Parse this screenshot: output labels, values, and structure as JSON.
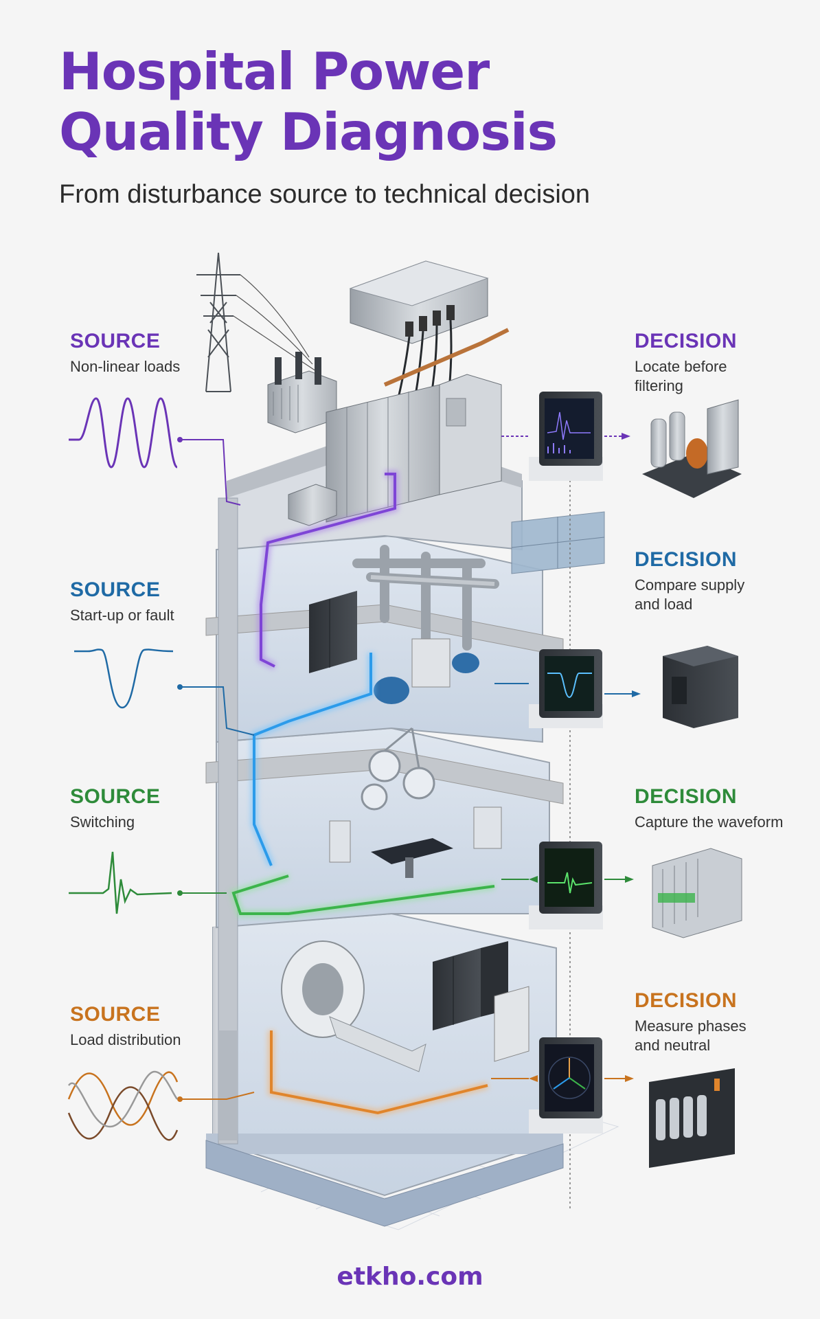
{
  "header": {
    "title_line1": "Hospital Power",
    "title_line2": "Quality Diagnosis",
    "subtitle": "From disturbance source to technical decision"
  },
  "rows": [
    {
      "source_label": "SOURCE",
      "source_text": "Non-linear loads",
      "decision_label": "DECISION",
      "decision_line1": "Locate before",
      "decision_line2": "filtering",
      "color": "#6a34b6"
    },
    {
      "source_label": "SOURCE",
      "source_text": "Start-up or fault",
      "decision_label": "DECISION",
      "decision_line1": "Compare supply",
      "decision_line2": "and load",
      "color": "#1f6aa5"
    },
    {
      "source_label": "SOURCE",
      "source_text": "Switching",
      "decision_label": "DECISION",
      "decision_line1": "Capture the waveform",
      "decision_line2": "",
      "color": "#2e8b3a"
    },
    {
      "source_label": "SOURCE",
      "source_text": "Load distribution",
      "decision_label": "DECISION",
      "decision_line1": "Measure phases",
      "decision_line2": "and neutral",
      "color": "#c8731e"
    }
  ],
  "footer": {
    "site": "etkho.com"
  },
  "icons": [
    "transmission-tower-icon",
    "transformer-icon",
    "switchgear-icon",
    "analyzer-monitor-icon",
    "harmonic-filter-icon",
    "ups-cabinet-icon",
    "surge-protector-icon",
    "balancing-panel-icon",
    "mri-scanner-icon",
    "surgical-lamp-icon"
  ]
}
